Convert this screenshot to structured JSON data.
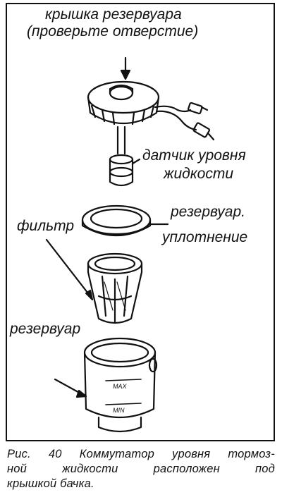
{
  "labels": {
    "cap_line1": "крышка резервуара",
    "cap_line2": "(проверьте отверстие)",
    "sensor_line1": "датчик уровня",
    "sensor_line2": "жидкости",
    "filter": "фильтр",
    "seal_line1": "резервуар.",
    "seal_line2": "уплотнение",
    "reservoir": "резервуар",
    "mark_max": "MAX",
    "mark_min": "MIN"
  },
  "caption": {
    "line1": "Рис. 40 Коммутатор уровня тормоз-",
    "line2": "ной жидкости расположен под",
    "line3": "крышкой бачка."
  }
}
